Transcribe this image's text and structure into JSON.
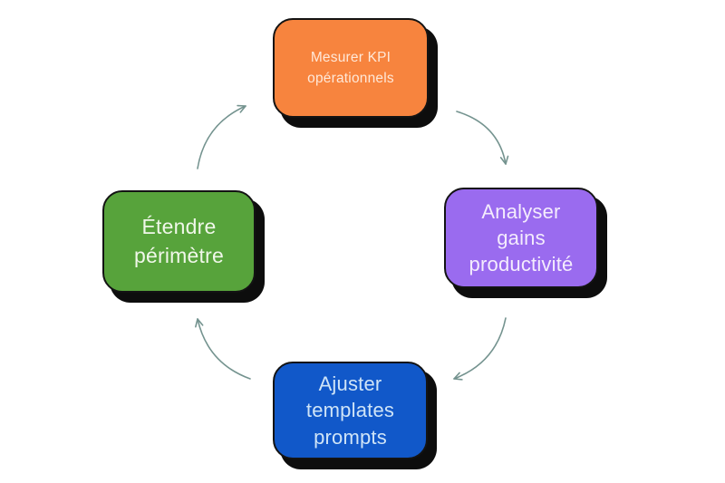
{
  "canvas": {
    "background": "#ffffff"
  },
  "diagram": {
    "type": "cycle",
    "nodes": {
      "top": {
        "label": "Mesurer KPI\nopérationnels",
        "fill": "#F7843E",
        "text_color": "#FFE8D8"
      },
      "right": {
        "label": "Analyser\ngains\nproductivité",
        "fill": "#9A6BEF",
        "text_color": "#F4ECFD"
      },
      "bottom": {
        "label": "Ajuster\ntemplates\nprompts",
        "fill": "#1158C9",
        "text_color": "#CFE4F7"
      },
      "left": {
        "label": "Étendre\npérimètre",
        "fill": "#57A33B",
        "text_color": "#F0F7E9"
      }
    },
    "node_border_color": "#131313",
    "node_shadow_color": "#0d0d0d",
    "arrows": {
      "color": "#74938F",
      "flow": [
        "left→top",
        "top→right",
        "right→bottom",
        "bottom→left"
      ]
    }
  }
}
